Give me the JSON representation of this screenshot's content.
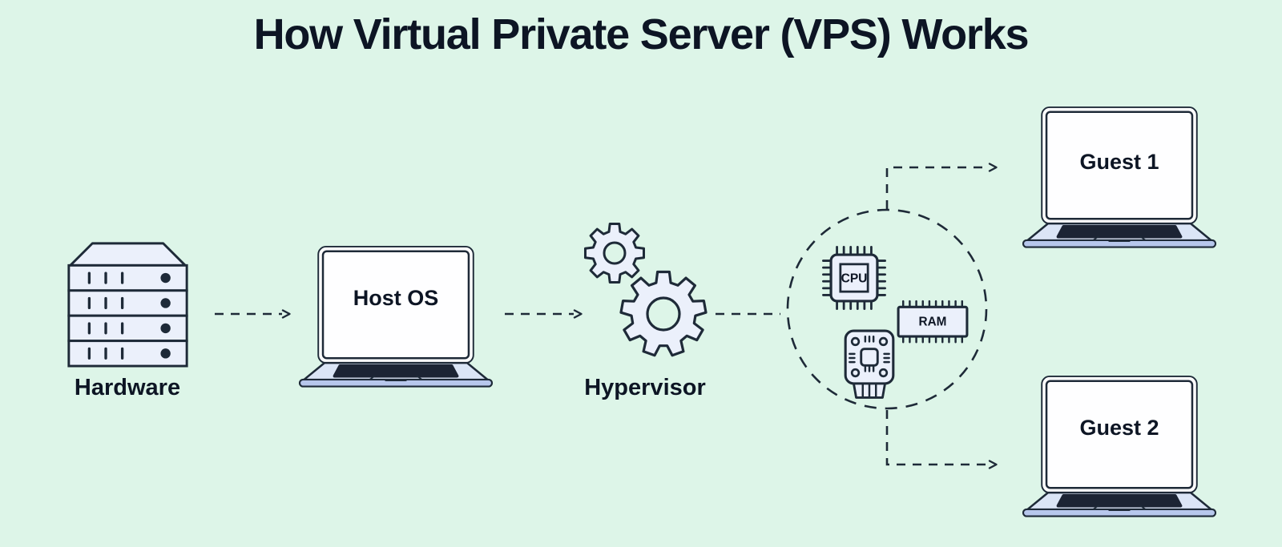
{
  "title": "How Virtual Private Server (VPS) Works",
  "nodes": {
    "hardware": {
      "label": "Hardware",
      "icon": "server-rack-icon"
    },
    "host_os": {
      "label": "Host OS",
      "icon": "laptop-icon"
    },
    "hypervisor": {
      "label": "Hypervisor",
      "icon": "gears-icon"
    },
    "resources": {
      "icon": "dashed-circle-icon",
      "cpu_label": "CPU",
      "ram_label": "RAM",
      "chip_icon": "circuit-chip-icon"
    },
    "guest_1": {
      "label": "Guest 1",
      "icon": "laptop-icon"
    },
    "guest_2": {
      "label": "Guest 2",
      "icon": "laptop-icon"
    }
  },
  "connections": [
    {
      "from": "hardware",
      "to": "host_os",
      "style": "dashed-arrow"
    },
    {
      "from": "host_os",
      "to": "hypervisor",
      "style": "dashed-arrow"
    },
    {
      "from": "hypervisor",
      "to": "resources",
      "style": "dashed-line"
    },
    {
      "from": "resources",
      "to": "guest_1",
      "style": "dashed-elbow-arrow"
    },
    {
      "from": "resources",
      "to": "guest_2",
      "style": "dashed-elbow-arrow"
    }
  ],
  "colors": {
    "background": "#ddf5e8",
    "stroke": "#1e2a38",
    "text": "#0d1524",
    "icon_fill": "#ebf0fb",
    "screen": "#fefeff",
    "laptop_base": "#dbe5f6",
    "laptop_edge": "#b7c7ec",
    "keyboard": "#1c2434"
  }
}
